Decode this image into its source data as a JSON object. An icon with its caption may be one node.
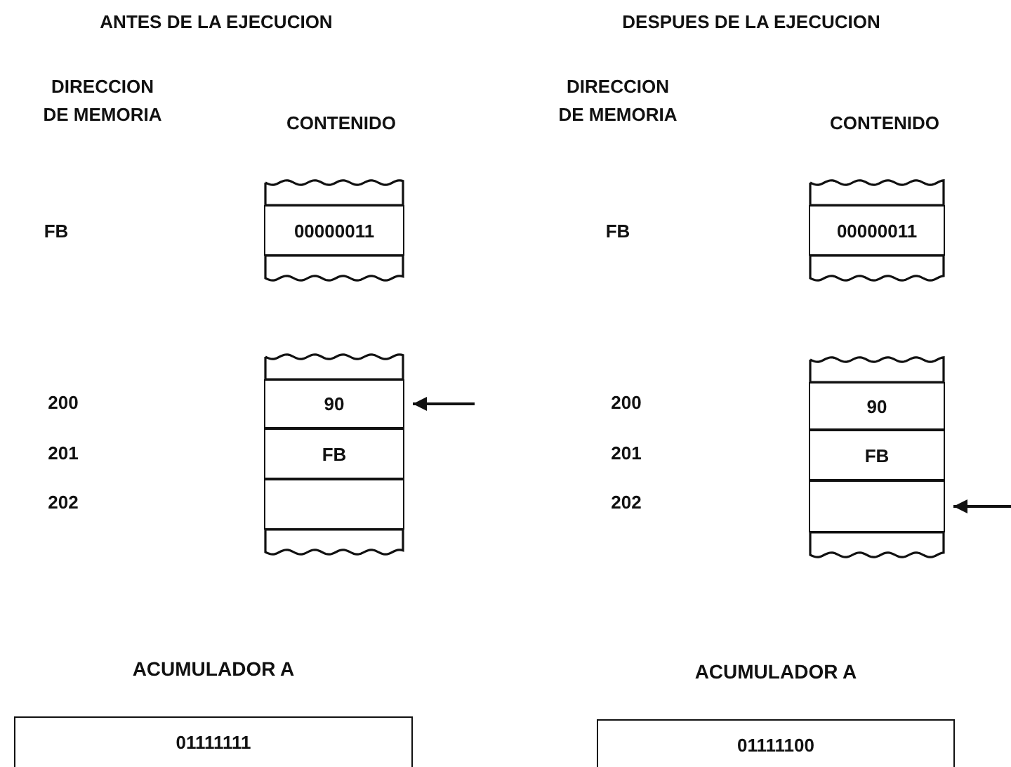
{
  "diagram": {
    "nodes": [
      {
        "text": [],
        "shape": "box"
      },
      {
        "text": [
          "00000011"
        ]
      },
      {
        "text": [],
        "shape": "box"
      },
      {
        "text": [],
        "shape": "box"
      },
      {
        "text": [
          "90"
        ]
      },
      {
        "text": [
          "FB"
        ]
      },
      {
        "text": [],
        "shape": "box"
      },
      {
        "text": [],
        "shape": "box"
      },
      {
        "text": [
          "ACUMULADOR A",
          "01111111"
        ]
      },
      {
        "text": [],
        "shape": "box"
      },
      {
        "text": [
          "00000011"
        ]
      },
      {
        "text": [],
        "shape": "box"
      },
      {
        "text": [],
        "shape": "box"
      },
      {
        "text": [
          "90"
        ]
      },
      {
        "text": [
          "FB"
        ]
      },
      {
        "text": [],
        "shape": "box"
      },
      {
        "text": [],
        "shape": "box"
      },
      {
        "text": [
          "ACUMULADOR A",
          "01111100"
        ]
      }
    ],
    "edges": [
      {
        "from": null,
        "to": 4,
        "arrow": "to"
      },
      {
        "from": null,
        "to": 15,
        "arrow": "to"
      }
    ],
    "labels": [
      "ANTES DE LA EJECUCION",
      "DESPUES DE LA EJECUCION",
      "DIRECCION DE MEMORIA",
      "CONTENIDO",
      "DIRECCION DE MEMORIA",
      "CONTENIDO",
      "FB",
      "FB",
      "200",
      "200",
      "201",
      "201",
      "202",
      "202"
    ]
  }
}
